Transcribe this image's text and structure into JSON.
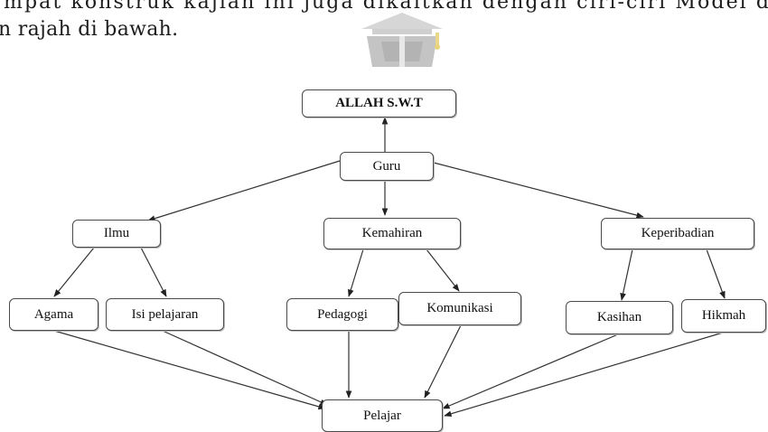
{
  "text": {
    "line1": "mpat konstruk kajian ini juga dikaitkan dengan ciri-ciri Model d",
    "line2": "n rajah di bawah."
  },
  "diagram": {
    "nodes": {
      "allah": "ALLAH S.W.T",
      "guru": "Guru",
      "ilmu": "Ilmu",
      "kemahiran": "Kemahiran",
      "keperibadian": "Keperibadian",
      "agama": "Agama",
      "isi_pelajaran": "Isi pelajaran",
      "pedagogi": "Pedagogi",
      "komunikasi": "Komunikasi",
      "kasihan": "Kasihan",
      "hikmah": "Hikmah",
      "pelajar": "Pelajar"
    },
    "edges": [
      {
        "from": "guru",
        "to": "allah"
      },
      {
        "from": "guru",
        "to": "ilmu"
      },
      {
        "from": "guru",
        "to": "kemahiran"
      },
      {
        "from": "guru",
        "to": "keperibadian"
      },
      {
        "from": "ilmu",
        "to": "agama"
      },
      {
        "from": "ilmu",
        "to": "isi_pelajaran"
      },
      {
        "from": "kemahiran",
        "to": "pedagogi"
      },
      {
        "from": "kemahiran",
        "to": "komunikasi"
      },
      {
        "from": "keperibadian",
        "to": "kasihan"
      },
      {
        "from": "keperibadian",
        "to": "hikmah"
      },
      {
        "from": "agama",
        "to": "pelajar"
      },
      {
        "from": "isi_pelajaran",
        "to": "pelajar"
      },
      {
        "from": "pedagogi",
        "to": "pelajar"
      },
      {
        "from": "komunikasi",
        "to": "pelajar"
      },
      {
        "from": "kasihan",
        "to": "pelajar"
      },
      {
        "from": "hikmah",
        "to": "pelajar"
      }
    ]
  }
}
